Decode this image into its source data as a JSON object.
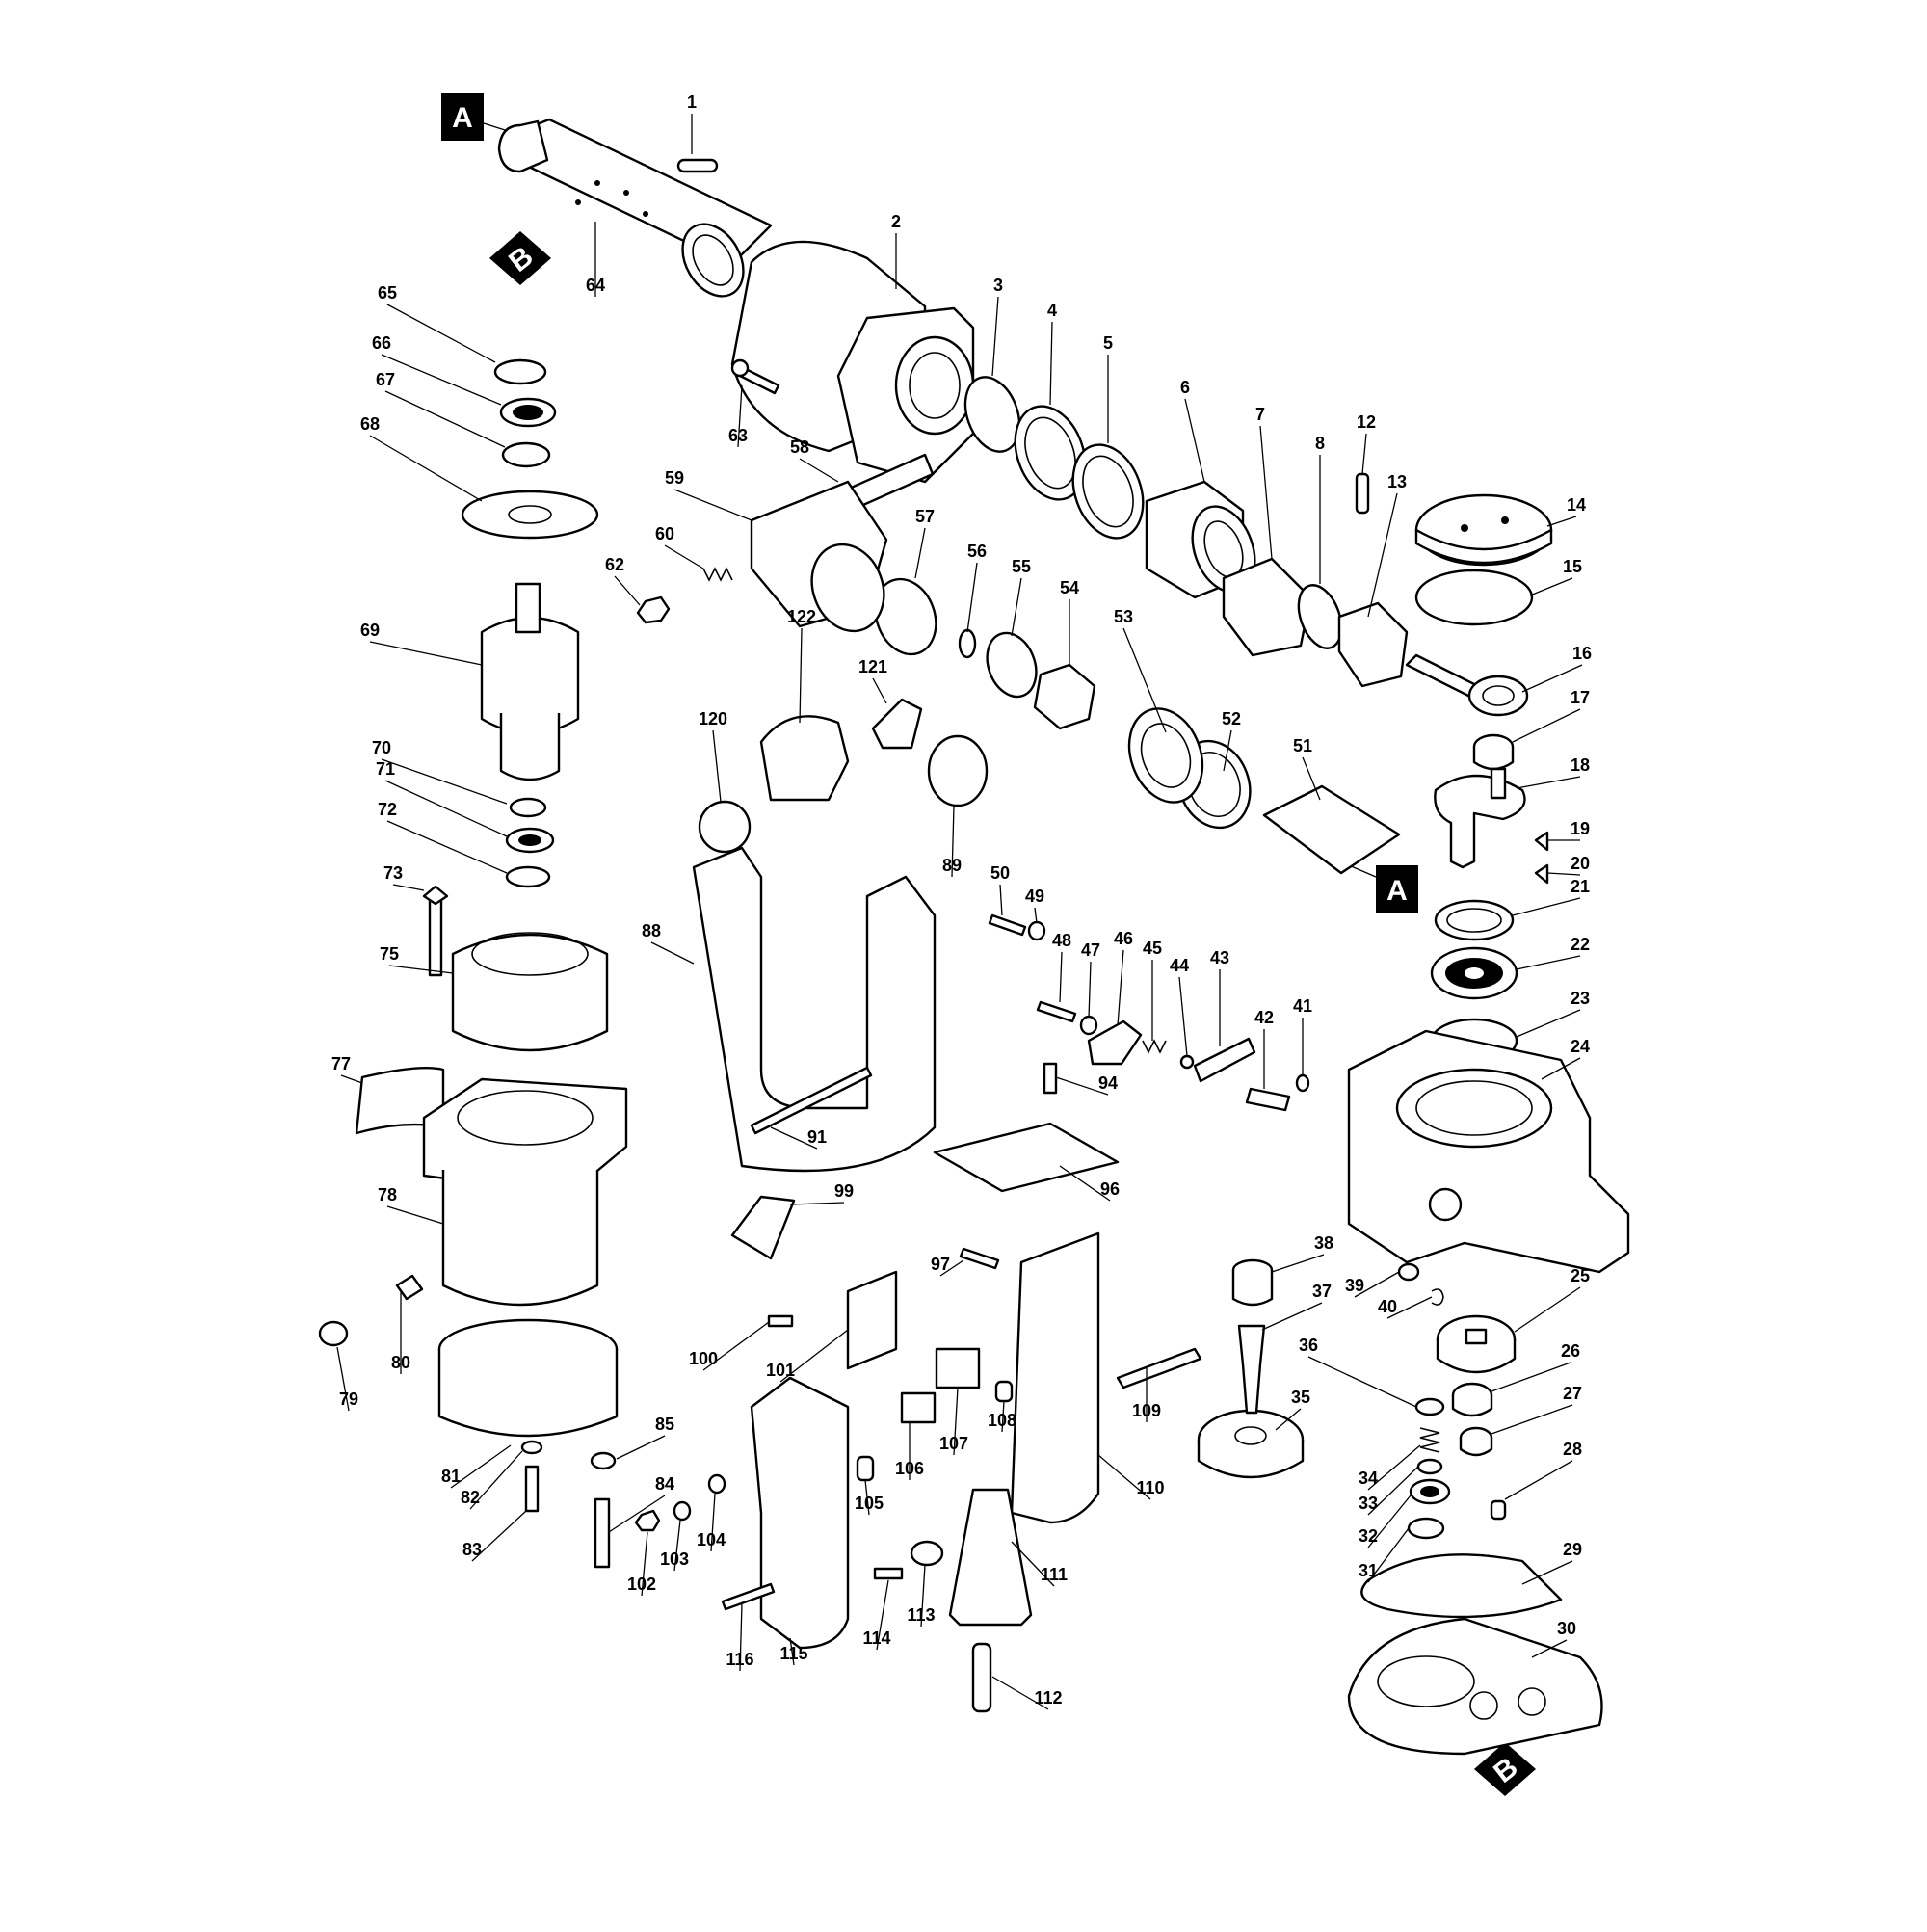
{
  "markers": {
    "a": "A",
    "b": "B"
  },
  "parts": [
    {
      "n": "1"
    },
    {
      "n": "2"
    },
    {
      "n": "3"
    },
    {
      "n": "4"
    },
    {
      "n": "5"
    },
    {
      "n": "6"
    },
    {
      "n": "7"
    },
    {
      "n": "8"
    },
    {
      "n": "12"
    },
    {
      "n": "13"
    },
    {
      "n": "14"
    },
    {
      "n": "15"
    },
    {
      "n": "16"
    },
    {
      "n": "17"
    },
    {
      "n": "18"
    },
    {
      "n": "19"
    },
    {
      "n": "20"
    },
    {
      "n": "21"
    },
    {
      "n": "22"
    },
    {
      "n": "23"
    },
    {
      "n": "24"
    },
    {
      "n": "25"
    },
    {
      "n": "26"
    },
    {
      "n": "27"
    },
    {
      "n": "28"
    },
    {
      "n": "29"
    },
    {
      "n": "30"
    },
    {
      "n": "31"
    },
    {
      "n": "32"
    },
    {
      "n": "33"
    },
    {
      "n": "34"
    },
    {
      "n": "35"
    },
    {
      "n": "36"
    },
    {
      "n": "37"
    },
    {
      "n": "38"
    },
    {
      "n": "39"
    },
    {
      "n": "40"
    },
    {
      "n": "41"
    },
    {
      "n": "42"
    },
    {
      "n": "43"
    },
    {
      "n": "44"
    },
    {
      "n": "45"
    },
    {
      "n": "46"
    },
    {
      "n": "47"
    },
    {
      "n": "48"
    },
    {
      "n": "49"
    },
    {
      "n": "50"
    },
    {
      "n": "51"
    },
    {
      "n": "52"
    },
    {
      "n": "53"
    },
    {
      "n": "54"
    },
    {
      "n": "55"
    },
    {
      "n": "56"
    },
    {
      "n": "57"
    },
    {
      "n": "58"
    },
    {
      "n": "59"
    },
    {
      "n": "60"
    },
    {
      "n": "62"
    },
    {
      "n": "63"
    },
    {
      "n": "64"
    },
    {
      "n": "65"
    },
    {
      "n": "66"
    },
    {
      "n": "67"
    },
    {
      "n": "68"
    },
    {
      "n": "69"
    },
    {
      "n": "70"
    },
    {
      "n": "71"
    },
    {
      "n": "72"
    },
    {
      "n": "73"
    },
    {
      "n": "75"
    },
    {
      "n": "77"
    },
    {
      "n": "78"
    },
    {
      "n": "79"
    },
    {
      "n": "80"
    },
    {
      "n": "81"
    },
    {
      "n": "82"
    },
    {
      "n": "83"
    },
    {
      "n": "84"
    },
    {
      "n": "85"
    },
    {
      "n": "88"
    },
    {
      "n": "89"
    },
    {
      "n": "91"
    },
    {
      "n": "94"
    },
    {
      "n": "96"
    },
    {
      "n": "97"
    },
    {
      "n": "99"
    },
    {
      "n": "100"
    },
    {
      "n": "101"
    },
    {
      "n": "102"
    },
    {
      "n": "103"
    },
    {
      "n": "104"
    },
    {
      "n": "105"
    },
    {
      "n": "106"
    },
    {
      "n": "107"
    },
    {
      "n": "108"
    },
    {
      "n": "109"
    },
    {
      "n": "110"
    },
    {
      "n": "111"
    },
    {
      "n": "112"
    },
    {
      "n": "113"
    },
    {
      "n": "114"
    },
    {
      "n": "115"
    },
    {
      "n": "116"
    },
    {
      "n": "120"
    },
    {
      "n": "121"
    },
    {
      "n": "122"
    }
  ]
}
